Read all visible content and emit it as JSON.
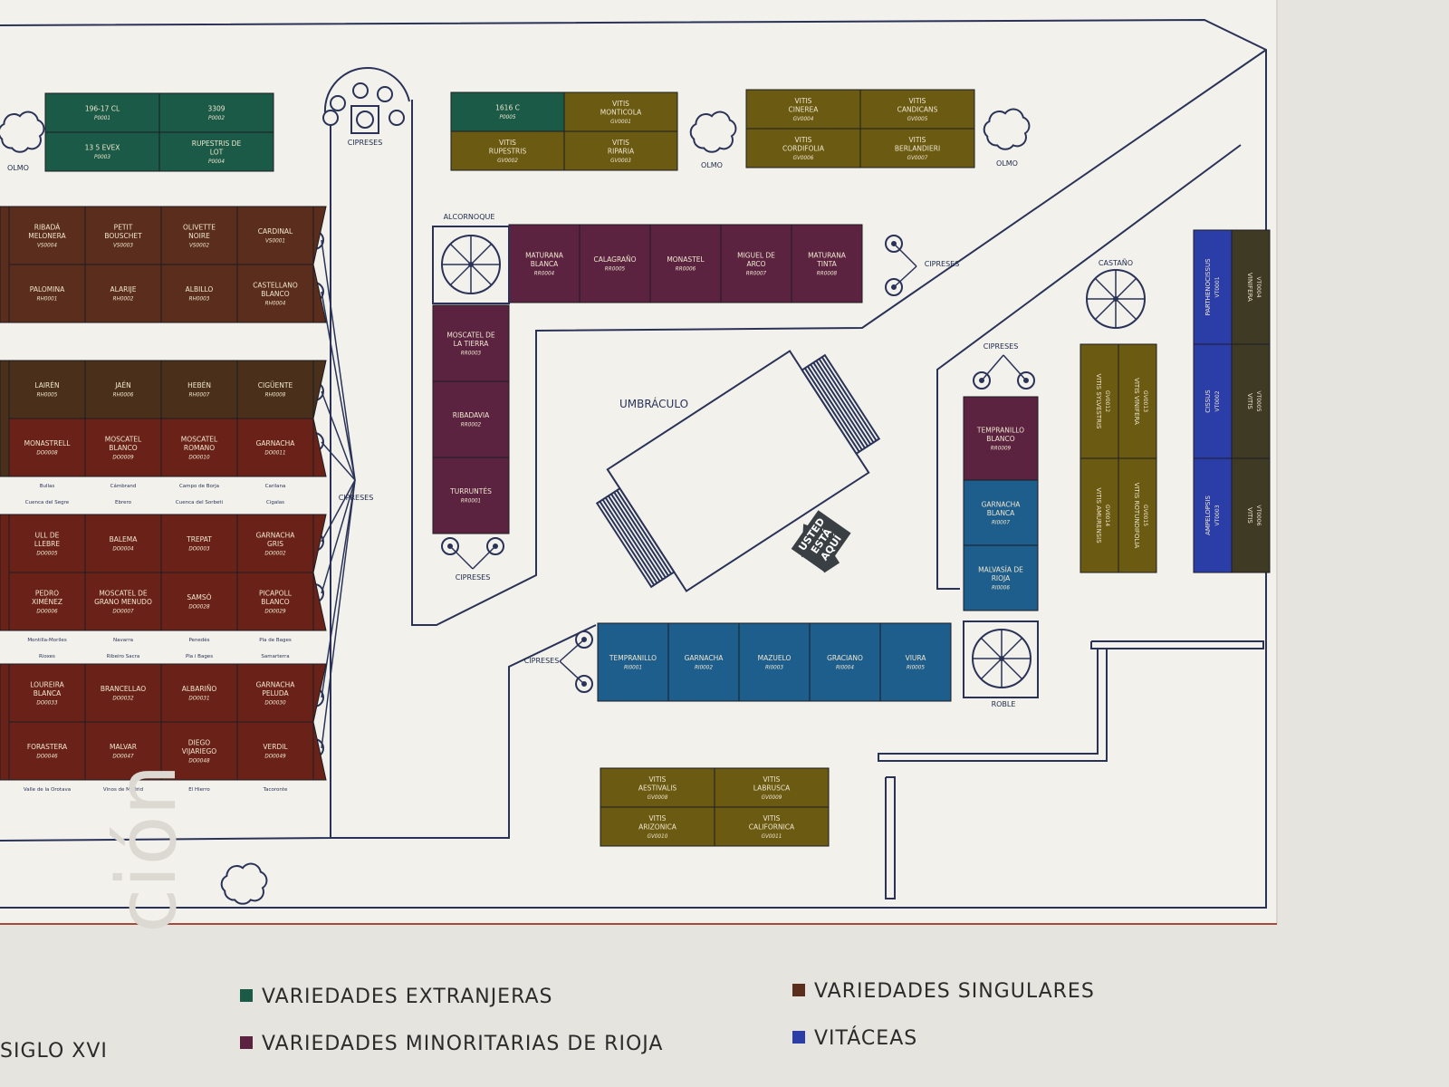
{
  "colors": {
    "extranjeras": "#1a5a47",
    "minoritarias": "#5b2340",
    "singulares": "#5a2d1c",
    "vitaceas": "#2b3ea8",
    "olive": "#6b5a12",
    "blue": "#1e5e8c",
    "line": "#2a3357",
    "paper": "#f2f1ec"
  },
  "labels": {
    "umbraculo": "UMBRÁCULO",
    "usted": [
      "USTED",
      "ESTÁ",
      "AQUÍ"
    ],
    "olmo": "OLMO",
    "cipreses": "CIPRESES",
    "alcornoque": "ALCORNOQUE",
    "castano": "CASTAÑO",
    "roble": "ROBLE",
    "watermark": "ción"
  },
  "legend": {
    "extranjeras": "VARIEDADES EXTRANJERAS",
    "minoritarias": "VARIEDADES MINORITARIAS DE RIOJA",
    "singulares": "VARIEDADES SINGULARES",
    "vitaceas": "VITÁCEAS",
    "siglo": "SIGLO XVI"
  },
  "groups": {
    "extranjeras": [
      [
        "196-17 CL",
        "P0001"
      ],
      [
        "3309",
        "P0002"
      ],
      [
        "13 5 EVEX",
        "P0003"
      ],
      [
        "RUPESTRIS DE LOT",
        "P0004"
      ]
    ],
    "vitis1": [
      [
        "1616 C",
        "P0005"
      ],
      [
        "VITIS MONTICOLA",
        "GV0001"
      ],
      [
        "VITIS RUPESTRIS",
        "GV0002"
      ],
      [
        "VITIS RIPARIA",
        "GV0003"
      ]
    ],
    "vitis2": [
      [
        "VITIS CINEREA",
        "GV0004"
      ],
      [
        "VITIS CANDICANS",
        "GV0005"
      ],
      [
        "VITIS CORDIFOLIA",
        "GV0006"
      ],
      [
        "VITIS BERLANDIERI",
        "GV0007"
      ]
    ],
    "minor_row": [
      [
        "MATURANA BLANCA",
        "RR0004"
      ],
      [
        "CALAGRAÑO",
        "RR0005"
      ],
      [
        "MONASTEL",
        "RR0006"
      ],
      [
        "MIGUEL DE ARCO",
        "RR0007"
      ],
      [
        "MATURANA TINTA",
        "RR0008"
      ]
    ],
    "minor_col": [
      [
        "MOSCATEL DE LA TIERRA",
        "RR0003"
      ],
      [
        "RIBADAVIA",
        "RR0002"
      ],
      [
        "TURRUNTÉS",
        "RR0001"
      ]
    ],
    "blue_row": [
      [
        "TEMPRANILLO",
        "RI0001"
      ],
      [
        "GARNACHA",
        "RI0002"
      ],
      [
        "MAZUELO",
        "RI0003"
      ],
      [
        "GRACIANO",
        "RI0004"
      ],
      [
        "VIURA",
        "RI0005"
      ]
    ],
    "blue_col": [
      [
        "GARNACHA BLANCA",
        "RI0007"
      ],
      [
        "MALVASÍA DE RIOJA",
        "RI0006"
      ]
    ],
    "tempr_blanco": [
      "TEMPRANILLO BLANCO",
      "RR0009"
    ],
    "vitis3": [
      [
        "VITIS AESTIVALIS",
        "GV0008"
      ],
      [
        "VITIS LABRUSCA",
        "GV0009"
      ],
      [
        "VITIS ARIZONICA",
        "GV0010"
      ],
      [
        "VITIS CALIFORNICA",
        "GV0011"
      ]
    ],
    "vitis_vert": [
      [
        "VITIS SYLVESTRIS",
        "GV0012"
      ],
      [
        "VITIS VINIFERA",
        "GV0013"
      ],
      [
        "VITIS AMURENSIS",
        "GV0014"
      ],
      [
        "VITIS ROTUNDIFOLIA",
        "GV0015"
      ]
    ],
    "vitaceas_col": [
      [
        "PARTHENOCISSUS",
        "VT0001"
      ],
      [
        "CISSUS",
        "VT0002"
      ],
      [
        "AMPELOPSIS",
        "VT0003"
      ]
    ],
    "vitaceas_col2": [
      [
        "VINIFERA",
        "VT0004"
      ],
      [
        "VITIS",
        "VT0005"
      ],
      [
        "VITIS",
        "VT0006"
      ]
    ],
    "sing_block1": {
      "top": [
        [
          "RIBADÁ MELONERA",
          "VS0004"
        ],
        [
          "PETIT BOUSCHET",
          "VS0003"
        ],
        [
          "OLIVETTE NOIRE",
          "VS0002"
        ],
        [
          "CARDINAL",
          "VS0001"
        ]
      ],
      "bottom": [
        [
          "PALOMINA",
          "RH0001"
        ],
        [
          "ALARIJE",
          "RH0002"
        ],
        [
          "ALBILLO",
          "RH0003"
        ],
        [
          "CASTELLANO BLANCO",
          "RH0004"
        ]
      ]
    },
    "sing_block2": {
      "top": [
        [
          "LAIRÉN",
          "RH0005"
        ],
        [
          "JAÉN",
          "RH0006"
        ],
        [
          "HEBÉN",
          "RH0007"
        ],
        [
          "CIGÜENTE",
          "RH0008"
        ]
      ],
      "bottom": [
        [
          "MONASTRELL",
          "DO0008"
        ],
        [
          "MOSCATEL BLANCO",
          "DO0009"
        ],
        [
          "MOSCATEL ROMANO",
          "DO0010"
        ],
        [
          "GARNACHA",
          "DO0011"
        ]
      ],
      "notes": [
        [
          "Bullas",
          "Cuenca del Segre"
        ],
        [
          "Cámbrand",
          "Ebrero"
        ],
        [
          "Campo de Borja",
          "Cuenca del Sorbeti"
        ],
        [
          "Carilana",
          "Cigalas"
        ]
      ]
    },
    "sing_block3": {
      "top": [
        [
          "ULL DE LLEBRE",
          "DO0005"
        ],
        [
          "BALEMA",
          "DO0004"
        ],
        [
          "TREPAT",
          "DO0003"
        ],
        [
          "GARNACHA GRIS",
          "DO0002"
        ]
      ],
      "bottom": [
        [
          "PEDRO XIMÉNEZ",
          "DO0006"
        ],
        [
          "MOSCATEL DE GRANO MENUDO",
          "DO0007"
        ],
        [
          "SAMSÓ",
          "DO0028"
        ],
        [
          "PICAPOLL BLANCO",
          "DO0029"
        ]
      ],
      "notes": [
        [
          "Montilla-Moriles",
          "Rioxes"
        ],
        [
          "Navarra",
          "Ribeiro Sacra"
        ],
        [
          "Penedès",
          "Pla i Bages"
        ],
        [
          "Pla de Bages",
          "Samarterra"
        ]
      ]
    },
    "sing_block4": {
      "top": [
        [
          "LOUREIRA BLANCA",
          "DO0033"
        ],
        [
          "BRANCELLAO",
          "DO0032"
        ],
        [
          "ALBARIÑO",
          "DO0031"
        ],
        [
          "GARNACHA PELUDA",
          "DO0030"
        ]
      ],
      "bottom": [
        [
          "FORASTERA",
          "DO0046"
        ],
        [
          "MALVAR",
          "DO0047"
        ],
        [
          "DIEGO VIJARIEGO",
          "DO0048"
        ],
        [
          "VERDIL",
          "DO0049"
        ]
      ],
      "notes": [
        [
          "Valle de la Orotava",
          ""
        ],
        [
          "Vinos de Madrid",
          ""
        ],
        [
          "El Hierro",
          ""
        ],
        [
          "Tacoronte",
          ""
        ]
      ]
    }
  }
}
